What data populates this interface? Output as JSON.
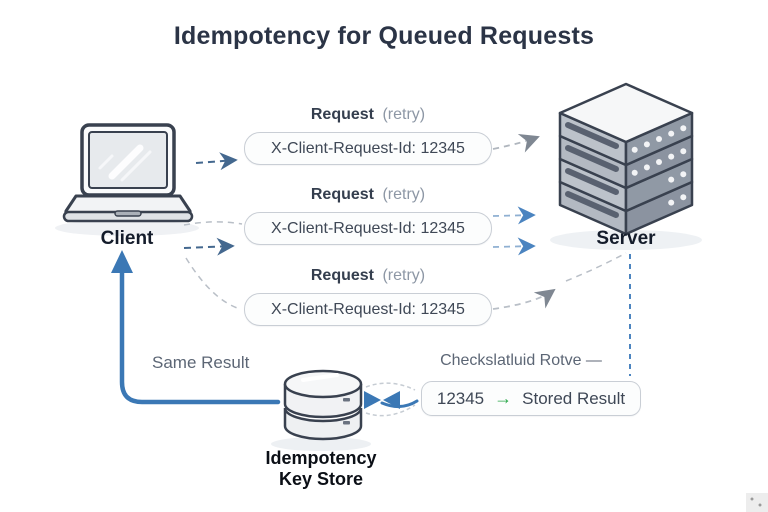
{
  "title": "Idempotency for Queued Requests",
  "nodes": {
    "client": {
      "label": "Client",
      "icon": "laptop-icon"
    },
    "server": {
      "label": "Server",
      "icon": "server-rack-icon"
    },
    "key_store": {
      "label_line1": "Idempotency",
      "label_line2": "Key Store",
      "icon": "database-icon"
    }
  },
  "requests": [
    {
      "title": "Request",
      "qualifier": "(retry)",
      "header": "X-Client-Request-Id: 12345"
    },
    {
      "title": "Request",
      "qualifier": "(retry)",
      "header": "X-Client-Request-Id: 12345"
    },
    {
      "title": "Request",
      "qualifier": "(retry)",
      "header": "X-Client-Request-Id: 12345"
    }
  ],
  "store_flow": {
    "check_label": "Checkslatluid Rotve —",
    "result_key": "12345",
    "result_arrow": "→",
    "result_value": "Stored Result",
    "same_result_label": "Same Result",
    "sync_icon": "double-arrow-icon"
  },
  "colors": {
    "accent_blue": "#3b78b5",
    "dashed_blue": "#4b84c0",
    "dashed_steel": "#44688f",
    "dashed_gray": "#7f8792",
    "light_dash_gray": "#b9bfc7",
    "success_green": "#2ba84a",
    "title_text": "#2b3446",
    "muted_text": "#5c6675",
    "pill_border": "#c9ced5",
    "outline_dark": "#39414f"
  }
}
